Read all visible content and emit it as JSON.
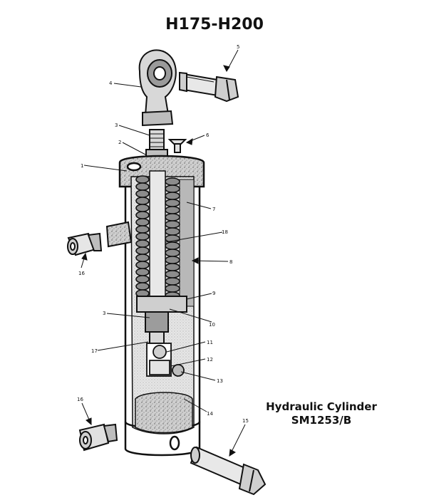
{
  "title": "H175-H200",
  "caption": {
    "line1": "Hydraulic Cylinder",
    "line2": "SM1253/B"
  },
  "callouts": [
    {
      "id": "c1",
      "label": "1"
    },
    {
      "id": "c2",
      "label": "2"
    },
    {
      "id": "c3a",
      "label": "3"
    },
    {
      "id": "c3b",
      "label": "3"
    },
    {
      "id": "c4",
      "label": "4"
    },
    {
      "id": "c5",
      "label": "5"
    },
    {
      "id": "c6",
      "label": "6"
    },
    {
      "id": "c7",
      "label": "7"
    },
    {
      "id": "c8",
      "label": "8"
    },
    {
      "id": "c9",
      "label": "9"
    },
    {
      "id": "c10",
      "label": "10"
    },
    {
      "id": "c11",
      "label": "11"
    },
    {
      "id": "c12",
      "label": "12"
    },
    {
      "id": "c13",
      "label": "13"
    },
    {
      "id": "c14",
      "label": "14"
    },
    {
      "id": "c15",
      "label": "15"
    },
    {
      "id": "c16a",
      "label": "16"
    },
    {
      "id": "c16b",
      "label": "16"
    },
    {
      "id": "c17",
      "label": "17"
    },
    {
      "id": "c18",
      "label": "18"
    }
  ]
}
